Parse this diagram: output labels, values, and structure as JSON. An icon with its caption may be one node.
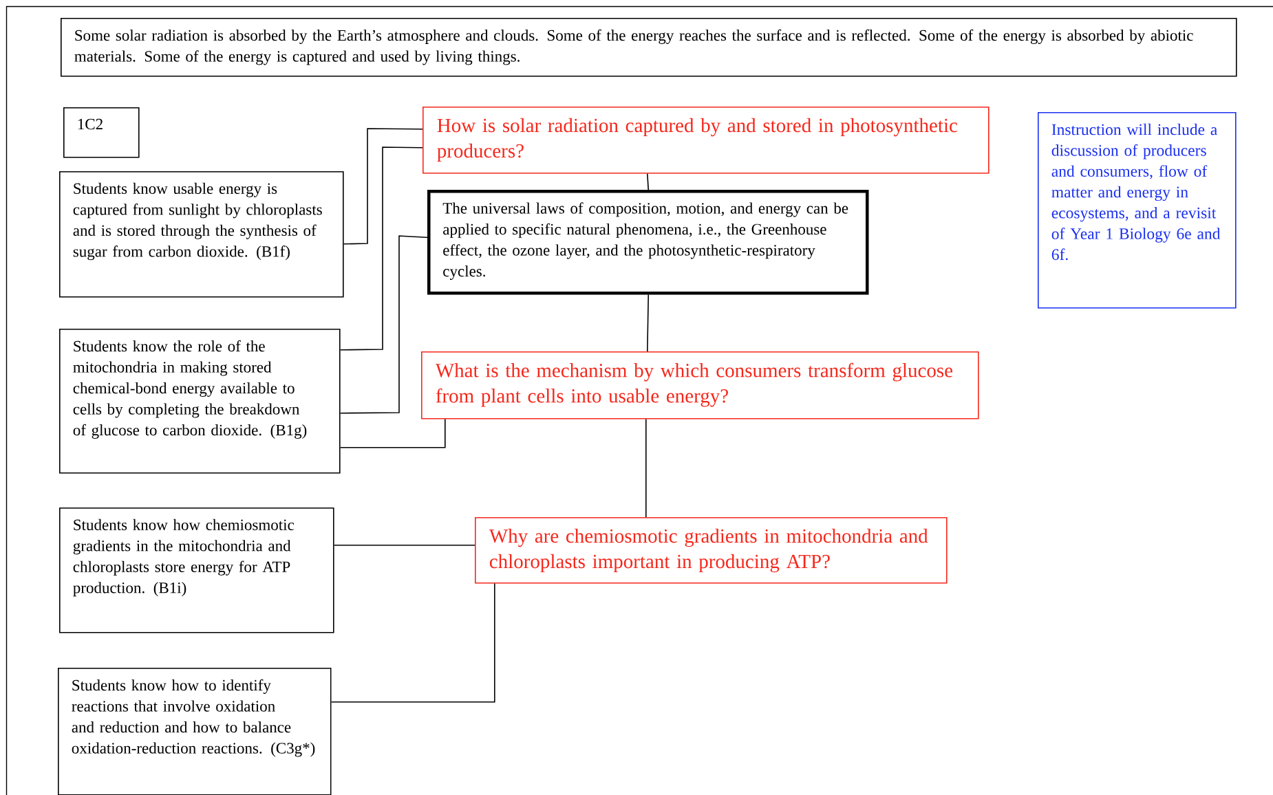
{
  "diagram": {
    "nodes": [
      {
        "text": [
          "Some solar radiation is absorbed by the Earth’s atmosphere and clouds.  Some of the energy reaches the surface and is reflected.  Some of the energy is absorbed by abiotic materials.  Some of the energy is captured and used by living things."
        ]
      },
      {
        "text": [
          "1C2"
        ]
      },
      {
        "text": [
          "How is solar radiation captured by and stored in photosynthetic producers?"
        ]
      },
      {
        "text": [
          "Instruction will include a discussion of producers and consumers, flow of matter and energy in ecosystems, and a revisit of Year 1 Biology 6e and 6f."
        ]
      },
      {
        "text": [
          "Students know usable energy is captured from sunlight by chloroplasts and is stored through the synthesis of sugar from carbon dioxide. (B1f)"
        ]
      },
      {
        "text": [
          "The universal laws of composition, motion, and energy can be applied to specific natural phenomena, i.e.,  the Greenhouse effect, the ozone layer, and the photosynthetic-respiratory cycles."
        ]
      },
      {
        "text": [
          "What is the mechanism by which consumers transform glucose from plant cells into usable energy?"
        ]
      },
      {
        "text": [
          "Students know the role of the mitochondria in making stored chemical-bond energy available to cells by completing the breakdown of glucose to carbon dioxide. (B1g)"
        ]
      },
      {
        "text": [
          "Why are chemiosmotic gradients in mitochondria and chloroplasts important in producing ATP?"
        ]
      },
      {
        "text": [
          "Students know how chemiosmotic gradients in the mitochondria and chloroplasts store energy for ATP production. (B1i)"
        ]
      },
      {
        "text": [
          "Students know how to identify reactions that involve oxidation and reduction and how to balance oxidation-reduction reactions. (C3g*)"
        ]
      }
    ],
    "edges": [
      {
        "from": 2,
        "to": 5,
        "arrow": "none"
      },
      {
        "from": 5,
        "to": 6,
        "arrow": "none"
      },
      {
        "from": 6,
        "to": 8,
        "arrow": "none"
      },
      {
        "from": 4,
        "to": 2,
        "arrow": "none"
      },
      {
        "from": 7,
        "to": 2,
        "arrow": "none"
      },
      {
        "from": 7,
        "to": 5,
        "arrow": "none"
      },
      {
        "from": 7,
        "to": 6,
        "arrow": "none"
      },
      {
        "from": 9,
        "to": 8,
        "arrow": "none"
      },
      {
        "from": 10,
        "to": 8,
        "arrow": "none"
      }
    ]
  }
}
